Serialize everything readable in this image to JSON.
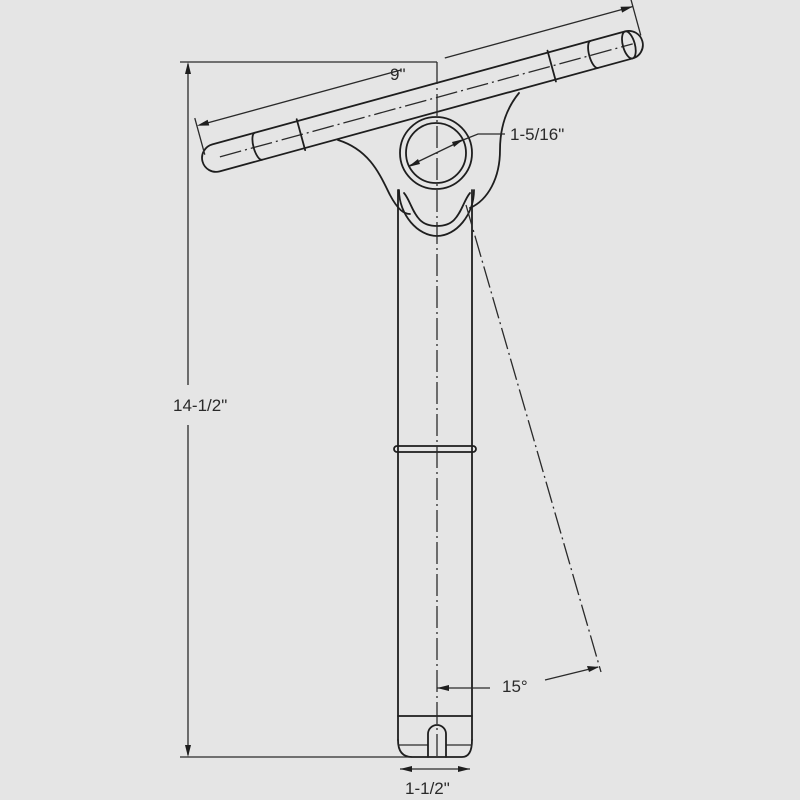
{
  "drawing": {
    "subject": "rod holder technical drawing",
    "background_color": "#e5e5e5",
    "line_color": "#1e1e1e"
  },
  "dimensions": {
    "bar_length": "9\"",
    "ring_inner_diameter": "1-5/16\"",
    "overall_height": "14-1/2\"",
    "tube_diameter": "1-1/2\"",
    "angle": "15°"
  }
}
